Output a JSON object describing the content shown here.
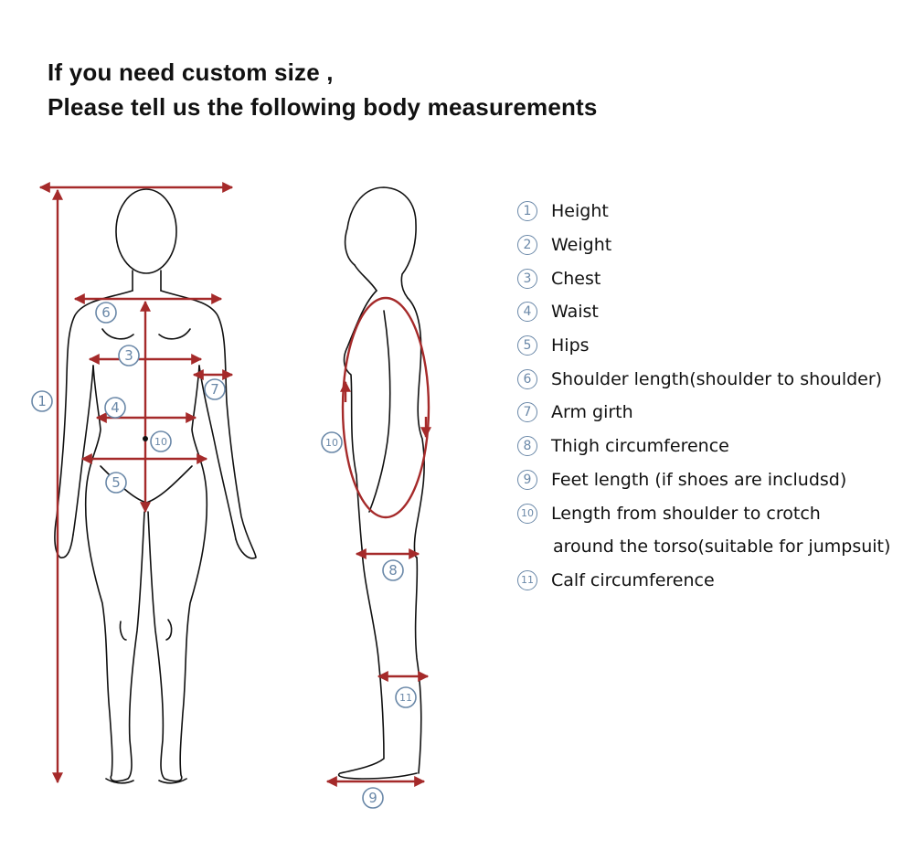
{
  "heading": {
    "line1": "If you need custom size ,",
    "line2": "Please tell us the following body measurements"
  },
  "legend": [
    {
      "num": "1",
      "label": "Height"
    },
    {
      "num": "2",
      "label": "Weight"
    },
    {
      "num": "3",
      "label": "Chest"
    },
    {
      "num": "4",
      "label": "Waist"
    },
    {
      "num": "5",
      "label": "Hips"
    },
    {
      "num": "6",
      "label": "Shoulder length(shoulder to shoulder)"
    },
    {
      "num": "7",
      "label": "Arm girth"
    },
    {
      "num": "8",
      "label": "Thigh circumference"
    },
    {
      "num": "9",
      "label": "Feet length (if shoes are includsd)"
    },
    {
      "num": "10",
      "label": "Length from shoulder to crotch"
    },
    {
      "num": "",
      "label": "around the torso(suitable for jumpsuit)"
    },
    {
      "num": "11",
      "label": "Calf circumference"
    }
  ],
  "figure_labels": {
    "front_height": "1",
    "front_shoulder": "6",
    "front_chest": "3",
    "front_arm": "7",
    "front_waist": "4",
    "front_torso": "10",
    "front_hips": "5",
    "side_torso": "10",
    "side_thigh": "8",
    "side_calf": "11",
    "side_feet": "9"
  },
  "colors": {
    "arrow": "#a52a2a",
    "badge": "#6a88a8",
    "outline": "#111111"
  }
}
